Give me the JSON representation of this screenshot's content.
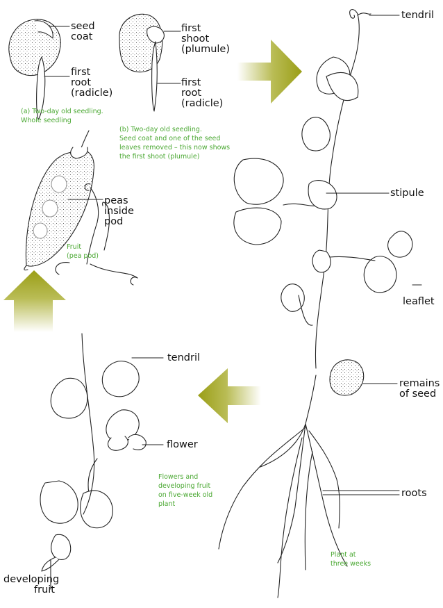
{
  "labels": {
    "seed_coat": "seed\ncoat",
    "first_root_a": "first\nroot\n(radicle)",
    "first_shoot": "first\nshoot\n(plumule)",
    "first_root_b": "first\nroot\n(radicle)",
    "peas": "peas\ninside\npod",
    "tendril_top": "tendril",
    "stipule": "stipule",
    "leaflet": "leaflet",
    "remains": "remains\nof seed",
    "roots": "roots",
    "tendril_left": "tendril",
    "flower": "flower",
    "developing": "developing\nfruit"
  },
  "captions": {
    "a": "(a) Two-day old seedling.\nWhole seedling",
    "b": "(b) Two-day old seedling.\nSeed coat and one of the seed\nleaves removed – this now shows\nthe first shoot (plumule)",
    "fruit": "Fruit\n(pea pod)",
    "flowers": "Flowers and\ndeveloping fruit\non five-week old\nplant",
    "plant": "Plant at\nthree weeks"
  },
  "colors": {
    "arrow": "#9a9e16",
    "caption": "#4aa832",
    "line": "#222222"
  }
}
